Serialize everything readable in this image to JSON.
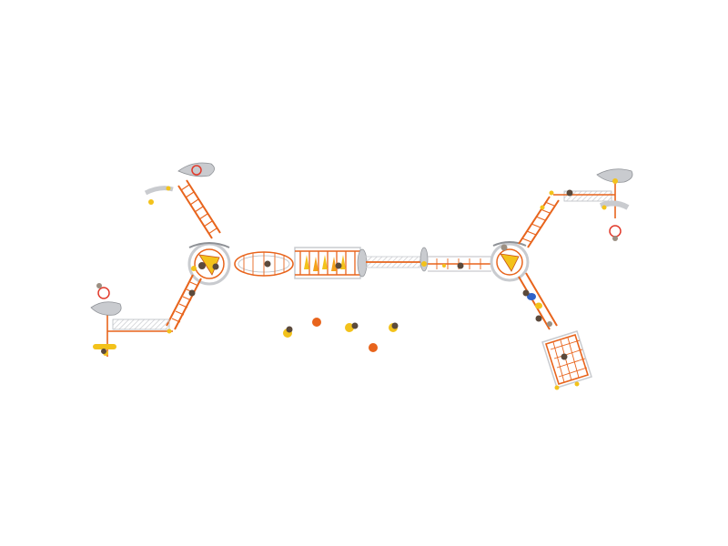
{
  "diagram": {
    "kind": "playground plan (top view)",
    "background": "#ffffff",
    "colors": {
      "frame": "#e8641c",
      "frame_dark": "#c9531a",
      "deck": "#f3c21b",
      "deck_light": "#ffe066",
      "roof": "#c9cbcf",
      "roof_dark": "#8e9196",
      "net": "#b9bcc1",
      "accent_red": "#e23a2b",
      "accent_blue": "#2f62c9",
      "child": "#5b4a3c",
      "child_light": "#9b8f82"
    },
    "hubs": [
      {
        "id": "left-hub",
        "label": ""
      },
      {
        "id": "right-hub",
        "label": ""
      }
    ],
    "elements": [
      {
        "id": "upper-left-ladder-bridge",
        "type": "ladder"
      },
      {
        "id": "lower-left-ladder-bridge",
        "type": "ladder"
      },
      {
        "id": "oval-net-tunnel",
        "type": "net-tunnel"
      },
      {
        "id": "wave-panel-bridge",
        "type": "panel-bridge"
      },
      {
        "id": "center-balance-bridge",
        "type": "rope-bridge"
      },
      {
        "id": "upper-right-ladder-bridge",
        "type": "ladder"
      },
      {
        "id": "lower-right-climbing-cage",
        "type": "climbing-cage"
      },
      {
        "id": "stepping-stones",
        "type": "stepping-stones",
        "count": 6
      }
    ],
    "children_figures": 12
  }
}
